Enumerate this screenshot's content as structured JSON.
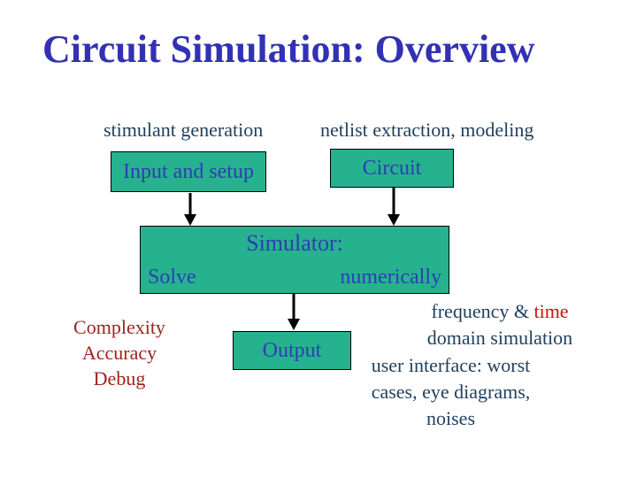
{
  "slide": {
    "title": "Circuit Simulation: Overview",
    "top_labels": {
      "stimulant": "stimulant generation",
      "netlist": "netlist extraction, modeling"
    },
    "boxes": {
      "input": "Input and setup",
      "circuit": "Circuit",
      "simulator_title": "Simulator:",
      "simulator_left": "Solve",
      "simulator_right": "numerically",
      "output": "Output"
    },
    "annotations": {
      "red_items": [
        "Complexity",
        "Accuracy",
        "Debug"
      ],
      "freq_prefix": "frequency & ",
      "freq_highlight": "time",
      "freq_line2": "domain simulation",
      "ui_lines": [
        "user interface: worst",
        "cases, eye diagrams,",
        "noises"
      ]
    },
    "colors": {
      "box_fill": "#26b28e",
      "box_border": "#000000",
      "box_text": "#2e3eb5",
      "title_text": "#3231b4",
      "body_text": "#1f3f5c",
      "red_list_text": "#9e231e",
      "highlight_text": "#cc1212",
      "arrow": "#000000",
      "background": "#ffffff"
    }
  }
}
